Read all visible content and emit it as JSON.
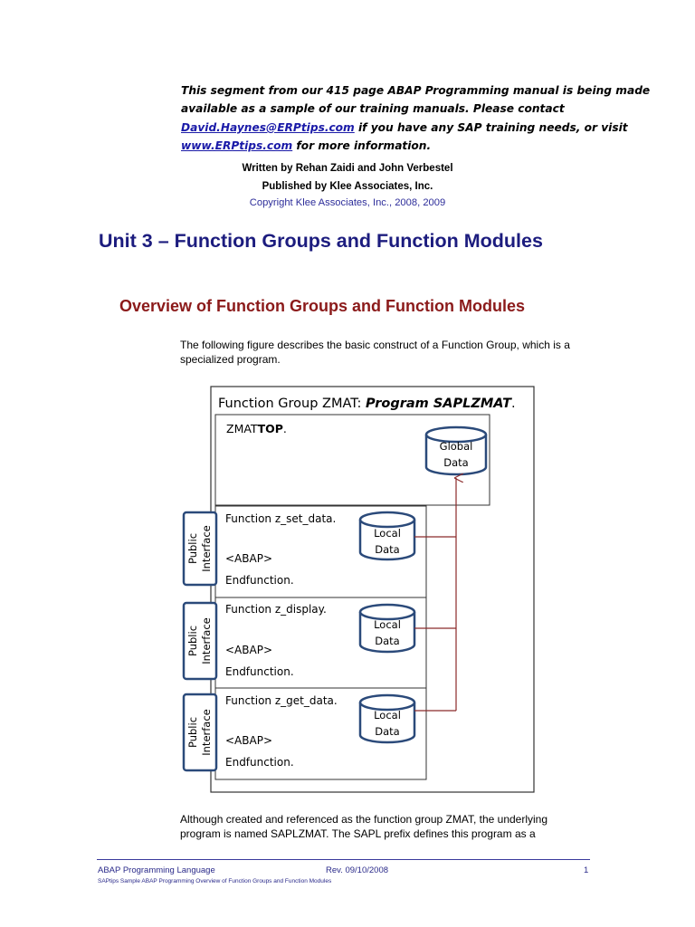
{
  "intro": {
    "line1": "This segment from our 415 page ABAP Programming manual is being made",
    "line2": "available as a sample of our training manuals.  Please contact",
    "email": "David.Haynes@ERPtips.com",
    "line3_rest": " if you have any SAP training needs, or visit",
    "website": "www.ERPtips.com",
    "line4_rest": " for more information."
  },
  "credits": {
    "authors": "Written by Rehan Zaidi and John Verbestel",
    "publisher": "Published by Klee Associates, Inc.",
    "copyright": "Copyright Klee Associates, Inc., 2008, 2009"
  },
  "unit_title": "Unit 3 – Function Groups and Function Modules",
  "overview_title": "Overview of Function Groups and Function Modules",
  "paragraph1": {
    "line1": "The following figure describes the basic construct of a Function Group, which is a",
    "line2": "specialized program."
  },
  "diagram": {
    "title_prefix": "Function Group ZMAT: ",
    "title_program": "Program SAPLZMAT",
    "title_suffix": ".",
    "top_prefix": "ZMAT",
    "top_bold": "TOP",
    "top_suffix": ".",
    "global_line1": "Global",
    "global_line2": "Data",
    "functions": [
      {
        "name": "Function z_set_data.",
        "abap": "<ABAP>",
        "end": "Endfunction.",
        "local1": "Local",
        "local2": "Data",
        "iface1": "Public",
        "iface2": "Interface"
      },
      {
        "name": "Function z_display.",
        "abap": "<ABAP>",
        "end": "Endfunction.",
        "local1": "Local",
        "local2": "Data",
        "iface1": "Public",
        "iface2": "Interface"
      },
      {
        "name": "Function z_get_data.",
        "abap": "<ABAP>",
        "end": "Endfunction.",
        "local1": "Local",
        "local2": "Data",
        "iface1": "Public",
        "iface2": "Interface"
      }
    ]
  },
  "paragraph2": {
    "line1": "Although created and referenced as the function group ZMAT, the underlying",
    "line2": "program is named SAPLZMAT.  The SAPL prefix defines this program as a"
  },
  "footer": {
    "left": "ABAP Programming Language",
    "rev": "Rev. 09/10/2008",
    "page": "1",
    "sub": "SAPtips Sample ABAP Programming Overview of Function Groups and Function Modules"
  }
}
